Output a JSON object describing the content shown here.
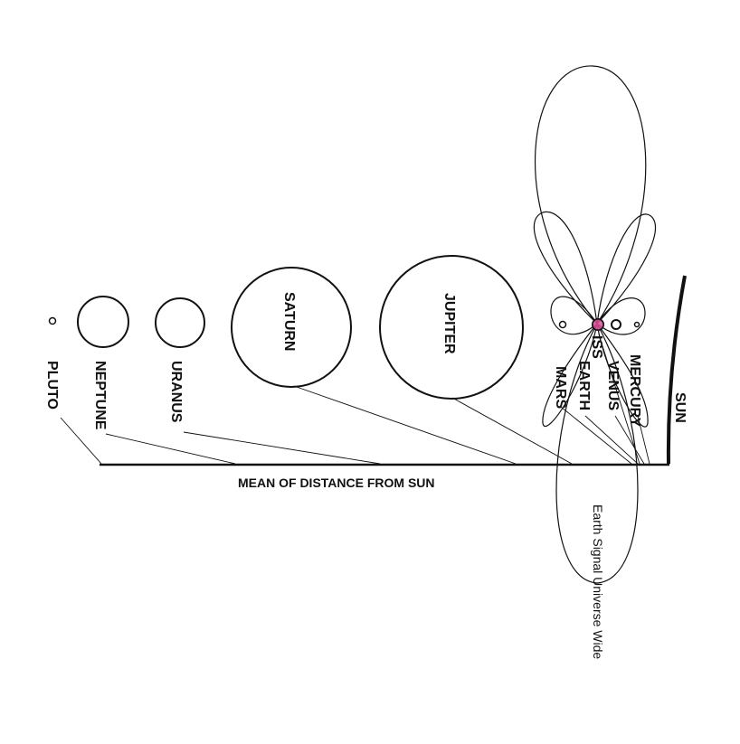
{
  "planets": {
    "pluto": "PLUTO",
    "neptune": "NEPTUNE",
    "uranus": "URANUS",
    "saturn": "SATURN",
    "jupiter": "JUPITER",
    "mars": "MARS",
    "earth": "EARTH",
    "venus": "VENUS",
    "mercury": "MERCURY"
  },
  "iss_label": "ISS",
  "sun_label": "SUN",
  "axis_label": "MEAN OF DISTANCE FROM SUN",
  "signal_label": "Earth Signal Universe Wide",
  "colors": {
    "ink": "#111111",
    "background": "#ffffff",
    "earth_highlight": "#e0509a"
  }
}
